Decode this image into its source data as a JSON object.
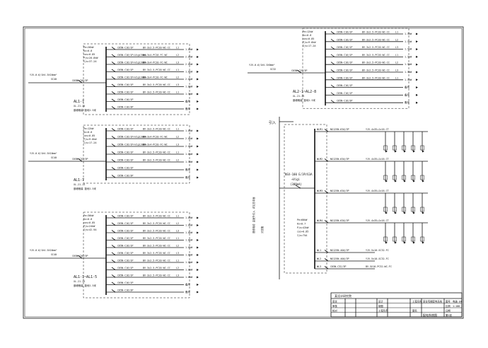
{
  "panels": [
    {
      "id": "p1",
      "cable": "YJV-0.6/1kV-5X16mm²",
      "conduit": "SC40",
      "main_breaker": "C65N-C50/3P",
      "params": [
        "Pe=26kW",
        "Kx=0.8",
        "cos=0.85",
        "Pjs=20.8kW",
        "Ijs=37.2A"
      ],
      "name": "AL1-7",
      "mount": "XL-21-15",
      "note": "嵌墙暗装 距地1.5米",
      "circuits": [
        {
          "breaker": "C65N-C16/1P",
          "cable": "BV-3x2.5-PC20-WC-CC",
          "phase": "L1",
          "load": "1.8kW"
        },
        {
          "breaker": "C65N-C16/1P+Vigi30mA",
          "cable": "BV-3x4-PC20-FC-WC",
          "phase": "L2",
          "load": "2.0kW"
        },
        {
          "breaker": "C65N-C16/1P+Vigi30mA",
          "cable": "BV-3x4-PC20-FC-WC",
          "phase": "L3",
          "load": "2.0kW"
        },
        {
          "breaker": "C65N-C16/1P",
          "cable": "BV-3x2.5-PC20-WC-CC",
          "phase": "L1",
          "load": "1.6kW"
        },
        {
          "breaker": "C65N-C16/1P+Vigi30mA",
          "cable": "BV-3x4-PC20-FC-WC",
          "phase": "L2",
          "load": "2.0kW"
        },
        {
          "breaker": "C65N-C16/1P",
          "cable": "BV-3x2.5-PC20-WC-CC",
          "phase": "L3",
          "load": "1.8kW"
        },
        {
          "breaker": "C65N-C16/1P",
          "cable": "BV-3x2.5-PC20-WC-CC",
          "phase": "L1",
          "load": "1.5kW"
        },
        {
          "breaker": "C65N-C16/1P",
          "cable": "",
          "phase": "",
          "load": "备用"
        },
        {
          "breaker": "C65N-C16/3P",
          "cable": "",
          "phase": "",
          "load": "备用"
        }
      ]
    },
    {
      "id": "p2",
      "cable": "YJV-0.6/1kV-5X10mm²",
      "conduit": "SC40",
      "main_breaker": "C65N-C32/3P",
      "params": [
        "Pe=12kW",
        "Kx=0.8",
        "cos=0.85",
        "Pjs=9.6kW",
        "Ijs=17.2A"
      ],
      "name": "AL1-7",
      "mount": "XL-21-15",
      "note": "嵌墙暗装 距地1.5米",
      "circuits": [
        {
          "breaker": "C65N-C16/1P",
          "cable": "BV-3x2.5-PC20-WC-CC",
          "phase": "L1",
          "load": "1.8kW"
        },
        {
          "breaker": "C65N-C16/1P+Vigi30mA",
          "cable": "BV-3x4-PC20-FC-WC",
          "phase": "L2",
          "load": "2.0kW"
        },
        {
          "breaker": "C65N-C16/1P+Vigi30mA",
          "cable": "BV-3x4-PC20-FC-WC",
          "phase": "L3",
          "load": "2.0kW"
        },
        {
          "breaker": "C65N-C16/1P",
          "cable": "BV-3x2.5-PC20-WC-CC",
          "phase": "L1",
          "load": "1.6kW"
        },
        {
          "breaker": "C65N-C16/1P",
          "cable": "BV-3x2.5-PC20-WC-CC",
          "phase": "L2",
          "load": "1.5kW"
        },
        {
          "breaker": "C65N-C16/1P",
          "cable": "",
          "phase": "",
          "load": "备用"
        },
        {
          "breaker": "C65N-C16/3P",
          "cable": "",
          "phase": "",
          "load": "备用"
        }
      ]
    },
    {
      "id": "p3",
      "cable": "YJV-0.6/1kV-5X16mm²",
      "conduit": "SC40",
      "main_breaker": "C65N-C50/3P",
      "params": [
        "Pe=30kW",
        "Kx=0.8",
        "cos=0.85",
        "Pjs=24kW",
        "Ijs=42.9A"
      ],
      "name": "AL1-1~AL1-5",
      "mount": "XL-21-15",
      "note": "嵌墙暗装 距地1.5米",
      "circuits": [
        {
          "breaker": "C65N-C16/1P",
          "cable": "BV-3x2.5-PC20-WC-CC",
          "phase": "L1",
          "load": "1.8kW"
        },
        {
          "breaker": "C65N-C16/1P",
          "cable": "BV-3x2.5-PC20-WC-CC",
          "phase": "L2",
          "load": "1.8kW"
        },
        {
          "breaker": "C65N-C16/1P",
          "cable": "BV-3x2.5-PC20-WC-CC",
          "phase": "L3",
          "load": "1.8kW"
        },
        {
          "breaker": "C65N-C16/1P",
          "cable": "BV-3x2.5-PC20-WC-CC",
          "phase": "L1",
          "load": "1.8kW"
        },
        {
          "breaker": "C65N-C16/1P",
          "cable": "BV-3x2.5-PC20-WC-CC",
          "phase": "L2",
          "load": "1.8kW"
        },
        {
          "breaker": "C65N-C16/1P",
          "cable": "BV-3x2.5-PC20-WC-CC",
          "phase": "L3",
          "load": "1.8kW"
        },
        {
          "breaker": "C65N-C16/1P",
          "cable": "BV-3x2.5-PC20-WC-CC",
          "phase": "L1",
          "load": "1.8kW"
        },
        {
          "breaker": "C65N-C16/1P",
          "cable": "BV-3x2.5-PC20-WC-CC",
          "phase": "L2",
          "load": "1.8kW"
        },
        {
          "breaker": "C65N-C16/1P",
          "cable": "BV-3x2.5-PC20-WC-CC",
          "phase": "L3",
          "load": "1.8kW"
        },
        {
          "breaker": "C65N-C16/1P",
          "cable": "",
          "phase": "",
          "load": "备用"
        },
        {
          "breaker": "C65N-C16/3P",
          "cable": "",
          "phase": "",
          "load": "备用"
        }
      ]
    },
    {
      "id": "p4",
      "cable": "YJV-0.6/1kV-5X6mm²",
      "conduit": "SC32",
      "main_breaker": "C65N-C25/3P",
      "params": [
        "Pe=12kW",
        "Kx=0.8",
        "cos=0.85",
        "Pjs=9.6kW",
        "Ijs=17.2A"
      ],
      "name": "AL2-1~AL2-8",
      "mount": "XL-21-15",
      "note": "嵌墙暗装 距地1.5米",
      "circuits": [
        {
          "breaker": "C65N-C16/1P",
          "cable": "BV-3x2.5-PC20-WC-CC",
          "phase": "L1",
          "load": "1.5kW"
        },
        {
          "breaker": "C65N-C16/1P",
          "cable": "BV-3x2.5-PC20-WC-CC",
          "phase": "L2",
          "load": "1.5kW"
        },
        {
          "breaker": "C65N-C16/1P",
          "cable": "BV-3x2.5-PC20-WC-CC",
          "phase": "L3",
          "load": "1.5kW"
        },
        {
          "breaker": "C65N-C16/1P",
          "cable": "BV-3x2.5-PC20-WC-CC",
          "phase": "L1",
          "load": "1.5kW"
        },
        {
          "breaker": "C65N-C16/1P",
          "cable": "BV-3x2.5-PC20-WC-CC",
          "phase": "L2",
          "load": "1.5kW"
        },
        {
          "breaker": "C65N-C16/1P",
          "cable": "BV-3x2.5-PC20-WC-CC",
          "phase": "L3",
          "load": "1.5kW"
        },
        {
          "breaker": "C65N-C16/1P",
          "cable": "BV-3x2.5-PC20-WC-CC",
          "phase": "L1",
          "load": "1.5kW"
        },
        {
          "breaker": "C65N-C16/1P",
          "cable": "",
          "phase": "",
          "load": "备用"
        },
        {
          "breaker": "C65N-C16/1P",
          "cable": "",
          "phase": "",
          "load": "备用"
        },
        {
          "breaker": "C65N-C16/3P",
          "cable": "",
          "phase": "",
          "load": "备用"
        }
      ]
    }
  ],
  "main_panel": {
    "incoming_label": "引入",
    "main_breaker": "NSX-100 E/3P/63A",
    "main_breaker_note": "+Vigi",
    "main_breaker_rcd": "(300mA)",
    "side_label": "进线电缆 由室外引入 详见总平面",
    "params": [
      "Pe=60kW",
      "Kx=0.7",
      "Pjs=42kW",
      "cos=0.85",
      "Ijs=75A"
    ],
    "branches": [
      {
        "id": "WLM1",
        "breaker": "NG125N-63A/3P",
        "cable": "YJV-4x35+1x16-CT"
      },
      {
        "id": "WLM2",
        "breaker": "NG125N-63A/3P",
        "cable": "YJV-4x35+1x16-CT"
      },
      {
        "id": "WLM3",
        "breaker": "NG125N-63A/3P",
        "cable": "YJV-4x35+1x16-CT"
      },
      {
        "id": "WLM4",
        "breaker": "NG125N-63A/3P",
        "cable": "YJV-4x35+1x16-CT"
      },
      {
        "id": "WL1",
        "breaker": "NG125N-40A/3P",
        "cable": "YJV-5x10-SC32-FC"
      },
      {
        "id": "WL2",
        "breaker": "NG125N-40A/3P",
        "cable": "YJV-5x10-SC32-FC"
      },
      {
        "id": "WL3",
        "breaker": "C65N-C32/3P",
        "cable": "BV-5X10-PC32-WC-FC"
      }
    ],
    "busbar_label": "分支箱"
  },
  "title_block": {
    "company": "某设计研究院",
    "project_label": "工程名称",
    "project_value": "某住宅楼配电系统",
    "drawing_label": "图名",
    "drawing_value": "配电系统图",
    "rows": [
      "审定",
      "审核",
      "校对",
      "设计",
      "制图",
      "工程负责"
    ],
    "number_label": "图号",
    "number_value": "电施-04",
    "scale_label": "比例",
    "scale_value": "1:100",
    "date_label": "日期",
    "sheet_label": "第1张"
  }
}
